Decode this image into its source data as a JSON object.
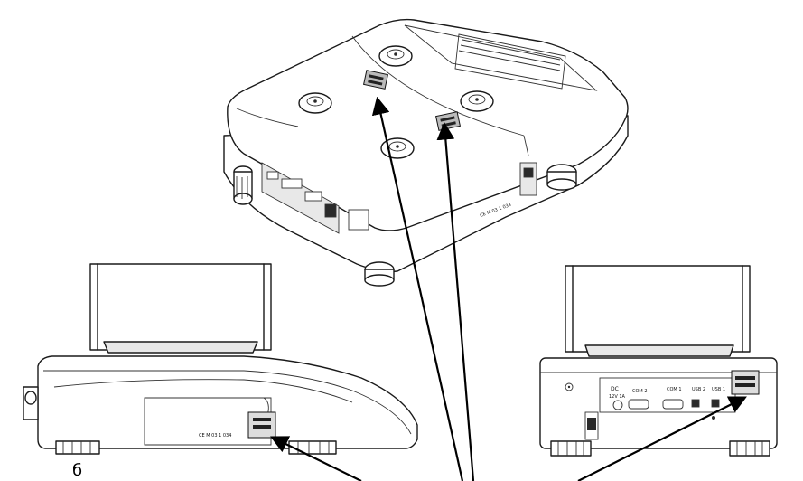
{
  "page_letter": "б",
  "top_view": {
    "marking": "CE M 03 1 034"
  },
  "side_view": {
    "marking": "CE M 03 1 034"
  },
  "rear_view": {
    "dc_label": "DC",
    "dc_sub": "12V 1A",
    "com2_label": "COM 2",
    "com1_label": "COM 1",
    "usb2_label": "USB 2",
    "usb1_label": "USB 1"
  }
}
